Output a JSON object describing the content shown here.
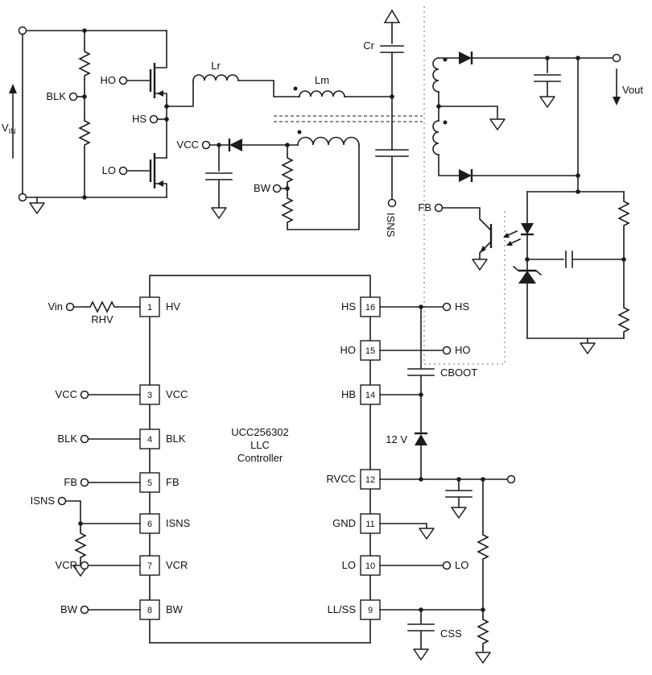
{
  "colors": {
    "line": "#1c1c1c",
    "background": "#ffffff",
    "isolation": "#8a8a8a"
  },
  "power_stage": {
    "vin_main": "V",
    "vin_sub": "IN",
    "blk_label": "BLK",
    "ho_label": "HO",
    "hs_label": "HS",
    "lo_label": "LO",
    "lr_label": "Lr",
    "lm_label": "Lm",
    "cr_label": "Cr",
    "isns_label": "ISNS",
    "vcc_label": "VCC",
    "bw_label": "BW",
    "vout_label": "Vout",
    "fb_label": "FB"
  },
  "controller": {
    "name_lines": [
      "UCC256302",
      "LLC",
      "Controller"
    ],
    "left_pins": [
      {
        "num": "1",
        "name": "HV"
      },
      {
        "num": "3",
        "name": "VCC"
      },
      {
        "num": "4",
        "name": "BLK"
      },
      {
        "num": "5",
        "name": "FB"
      },
      {
        "num": "6",
        "name": "ISNS"
      },
      {
        "num": "7",
        "name": "VCR"
      },
      {
        "num": "8",
        "name": "BW"
      }
    ],
    "right_pins": [
      {
        "num": "16",
        "name": "HS"
      },
      {
        "num": "15",
        "name": "HO"
      },
      {
        "num": "14",
        "name": "HB"
      },
      {
        "num": "12",
        "name": "RVCC"
      },
      {
        "num": "11",
        "name": "GND"
      },
      {
        "num": "10",
        "name": "LO"
      },
      {
        "num": "9",
        "name": "LL/SS"
      }
    ],
    "ext_left": {
      "vin": "Vin",
      "rhv": "RHV",
      "vcc": "VCC",
      "blk": "BLK",
      "fb": "FB",
      "isns": "ISNS",
      "vcr": "VCR",
      "bw": "BW"
    },
    "ext_right": {
      "hs": "HS",
      "ho": "HO",
      "cboot": "CBOOT",
      "rail12": "12 V",
      "lo": "LO",
      "css": "CSS"
    }
  }
}
